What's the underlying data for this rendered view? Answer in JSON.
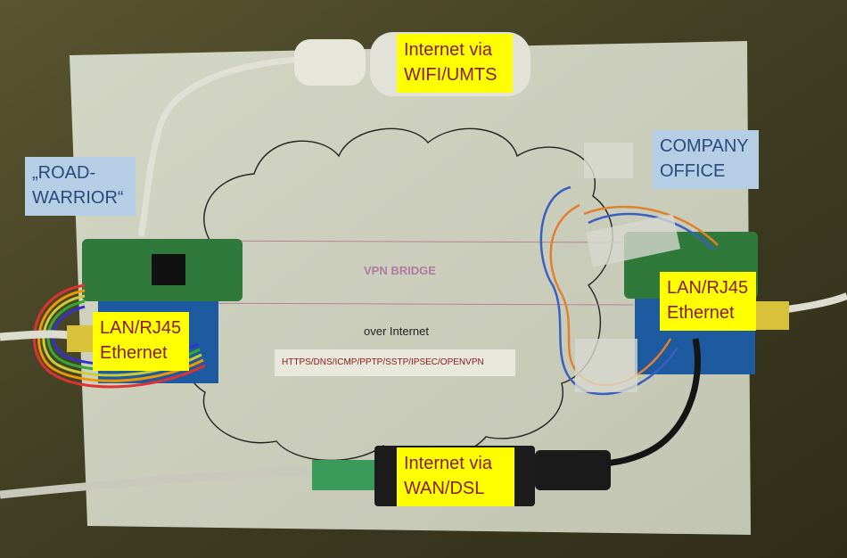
{
  "labels": {
    "internet_wifi": [
      "Internet via",
      "WIFI/UMTS"
    ],
    "road_warrior": [
      "„ROAD-",
      "WARRIOR“"
    ],
    "company_office": [
      "COMPANY",
      "OFFICE"
    ],
    "lan_left": [
      "LAN/RJ45",
      "Ethernet"
    ],
    "lan_right": [
      "LAN/RJ45",
      "Ethernet"
    ],
    "internet_wan": [
      "Internet via",
      "WAN/DSL"
    ]
  },
  "paper": {
    "vpn_bridge": "VPN BRIDGE",
    "over_internet": "over Internet",
    "protocols": "HTTPS/DNS/ICMP/PPTP/SSTP/IPSEC/OPENVPN"
  }
}
